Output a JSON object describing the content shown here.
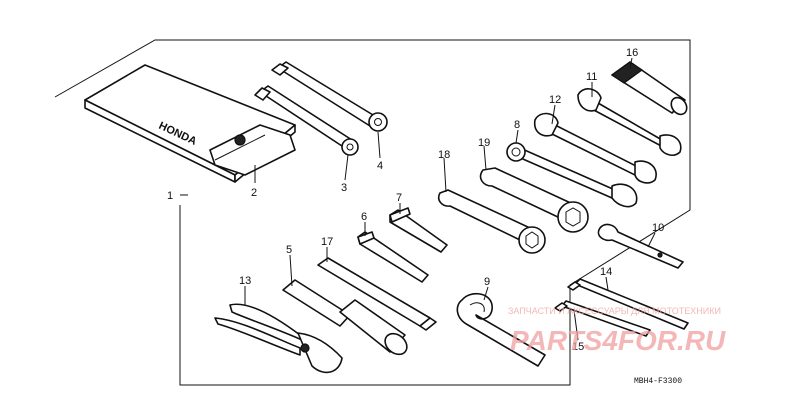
{
  "parts": {
    "p1": "1",
    "p2": "2",
    "p3": "3",
    "p4": "4",
    "p5": "5",
    "p6": "6",
    "p7": "7",
    "p8": "8",
    "p9": "9",
    "p10": "10",
    "p11": "11",
    "p12": "12",
    "p13": "13",
    "p14": "14",
    "p15": "15",
    "p16": "16",
    "p17": "17",
    "p18": "18",
    "p19": "19"
  },
  "bag_brand": "HONDA",
  "drawing_code": "MBH4-F3300",
  "watermark": {
    "tagline": "ЗАПЧАСТИ И АКСЕССУАРЫ ДЛЯ МОТОТЕХНИКИ",
    "logo_text": "PARTS4FOR.RU",
    "color": "#e86a6a"
  },
  "colors": {
    "line": "#111111",
    "background": "#ffffff"
  }
}
